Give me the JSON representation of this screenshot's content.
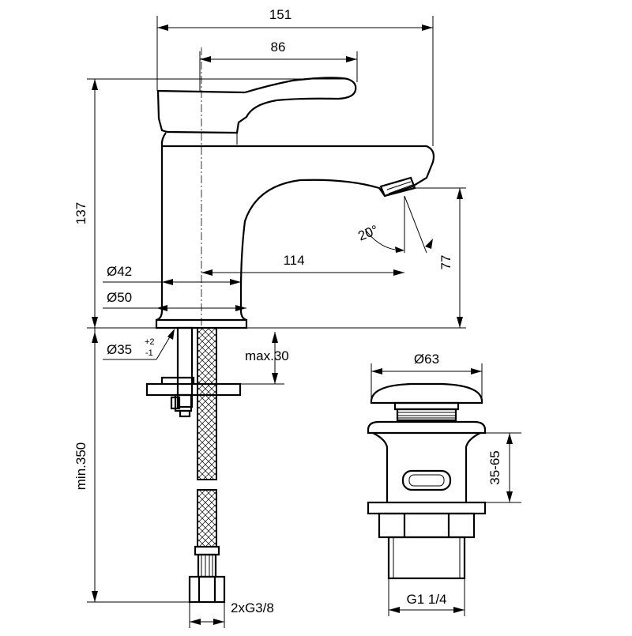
{
  "drawing": {
    "dimensions": {
      "width_overall": "151",
      "lever_width": "86",
      "height_overall": "137",
      "spout_reach": "114",
      "spout_angle": "20°",
      "spout_height": "77",
      "body_dia_top": "Ø42",
      "body_dia_base": "Ø50",
      "hole_dia": "Ø35",
      "hole_tol_upper": "+2",
      "hole_tol_lower": "-1",
      "max_thickness": "max.30",
      "hose_length": "min.350",
      "hose_connection": "2xG3/8",
      "waste_dia": "Ø63",
      "waste_range": "35-65",
      "waste_thread": "G1 1/4"
    }
  }
}
